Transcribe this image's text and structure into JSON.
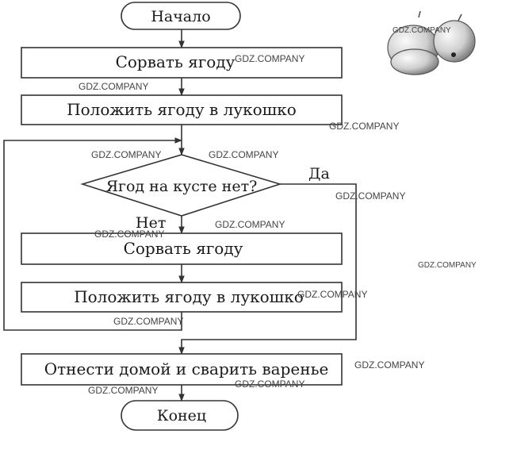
{
  "flowchart": {
    "start": "Начало",
    "step1": "Сорвать ягоду",
    "step2": "Положить ягоду в лукошко",
    "decision": "Ягод на кусте нет?",
    "label_yes": "Да",
    "label_no": "Нет",
    "loop_step1": "Сорвать ягоду",
    "loop_step2": "Положить ягоду в лукошко",
    "final_step": "Отнести домой и сварить варенье",
    "end": "Конец"
  },
  "watermark": "GDZ.COMPANY",
  "illustration": {
    "subject": "berries"
  },
  "colors": {
    "stroke": "#333333",
    "text": "#1a1a1a",
    "background": "#ffffff"
  }
}
